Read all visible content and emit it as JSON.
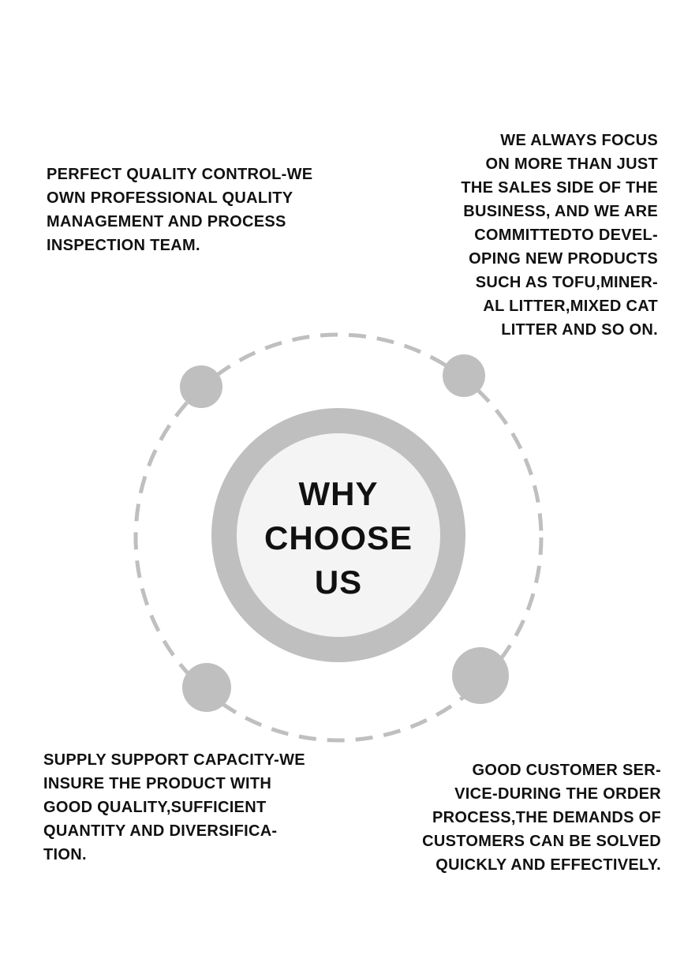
{
  "center": {
    "lines": [
      "WHY",
      "CHOOSE",
      "US"
    ]
  },
  "colors": {
    "ring": "#c0bfbf",
    "inner": "#f4f4f4",
    "text": "#111111"
  },
  "blocks": {
    "top_left": {
      "lines": [
        "PERFECT QUALITY CONTROL-WE",
        "OWN PROFESSIONAL QUALITY",
        "MANAGEMENT AND PROCESS",
        "INSPECTION TEAM."
      ]
    },
    "top_right": {
      "lines": [
        "WE ALWAYS FOCUS",
        "ON MORE THAN JUST",
        "THE SALES SIDE OF THE",
        "BUSINESS, AND WE ARE",
        "COMMITTEDTO DEVEL-",
        "OPING NEW PRODUCTS",
        "SUCH AS TOFU,MINER-",
        "AL LITTER,MIXED CAT",
        "LITTER AND SO ON."
      ]
    },
    "bottom_left": {
      "lines": [
        "SUPPLY SUPPORT CAPACITY-WE",
        "INSURE THE PRODUCT WITH",
        "GOOD QUALITY,SUFFICIENT",
        "QUANTITY AND DIVERSIFICA-",
        "TION."
      ]
    },
    "bottom_right": {
      "lines": [
        "GOOD CUSTOMER SER-",
        "VICE-DURING THE ORDER",
        "PROCESS,THE DEMANDS OF",
        "CUSTOMERS CAN BE SOLVED",
        "QUICKLY AND EFFECTIVELY."
      ]
    }
  }
}
